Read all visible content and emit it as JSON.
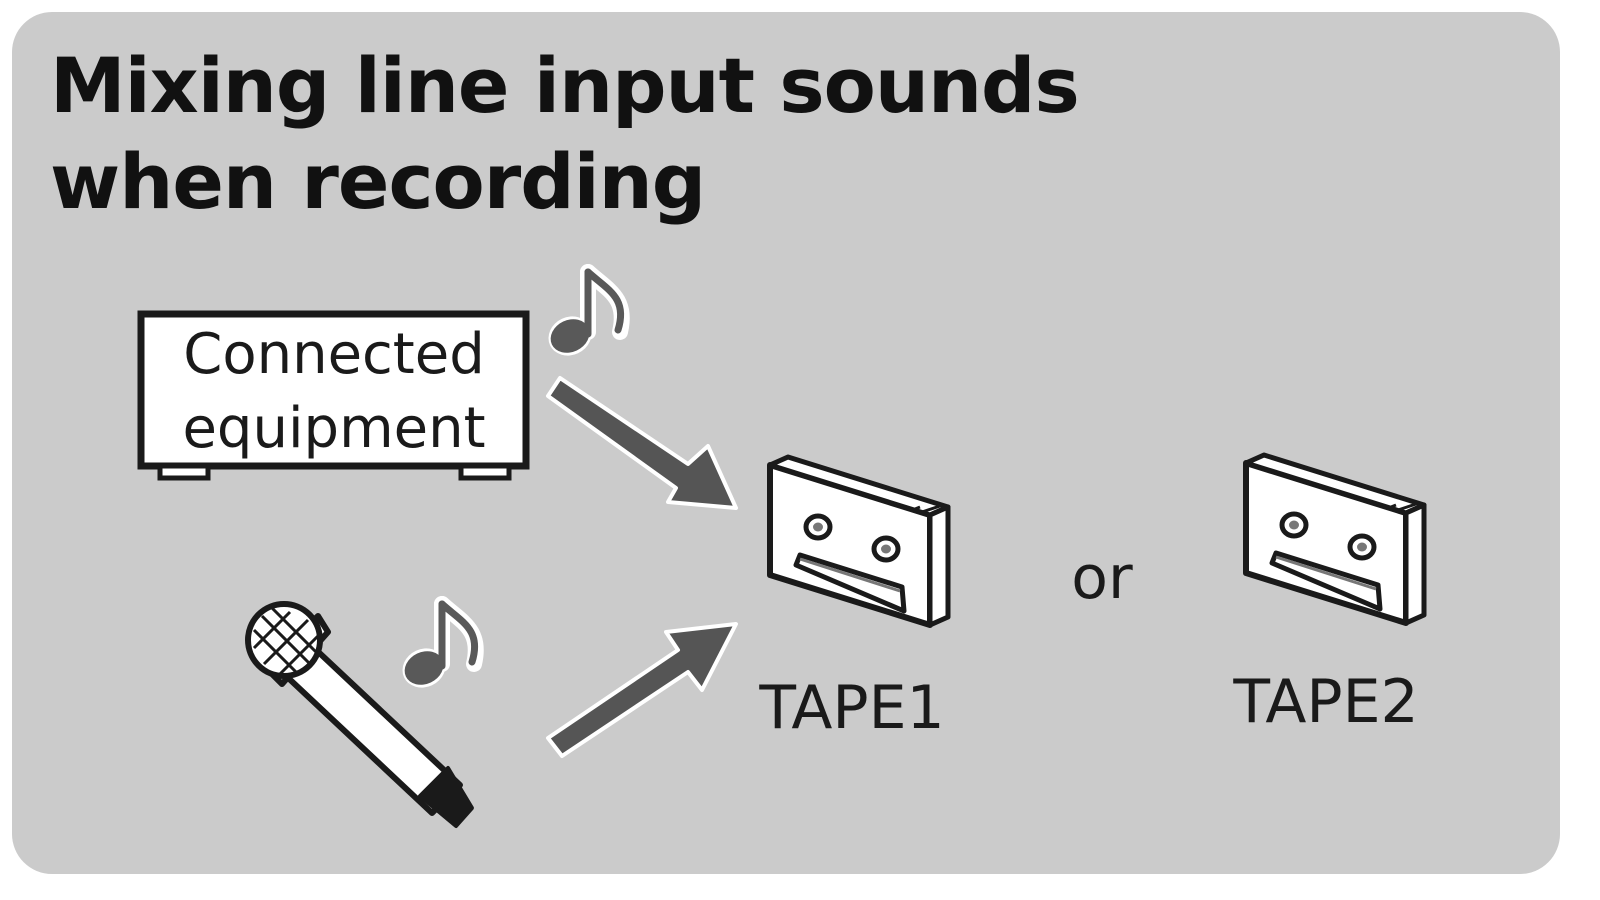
{
  "title": "Mixing line input sounds when recording",
  "source": {
    "equipment_line1": "Connected",
    "equipment_line2": "equipment"
  },
  "destinations": {
    "tape1_label": "TAPE1",
    "separator": "or",
    "tape2_label": "TAPE2"
  },
  "icons": {
    "equipment": "connected-equipment-icon",
    "microphone": "microphone-icon",
    "music_note": "music-note-icon",
    "arrow": "arrow-icon",
    "cassette": "cassette-tape-icon"
  },
  "colors": {
    "panel_background": "#cbcbcb",
    "arrow_fill": "#555555",
    "note_fill": "#595959",
    "outline": "#1a1a1a"
  }
}
